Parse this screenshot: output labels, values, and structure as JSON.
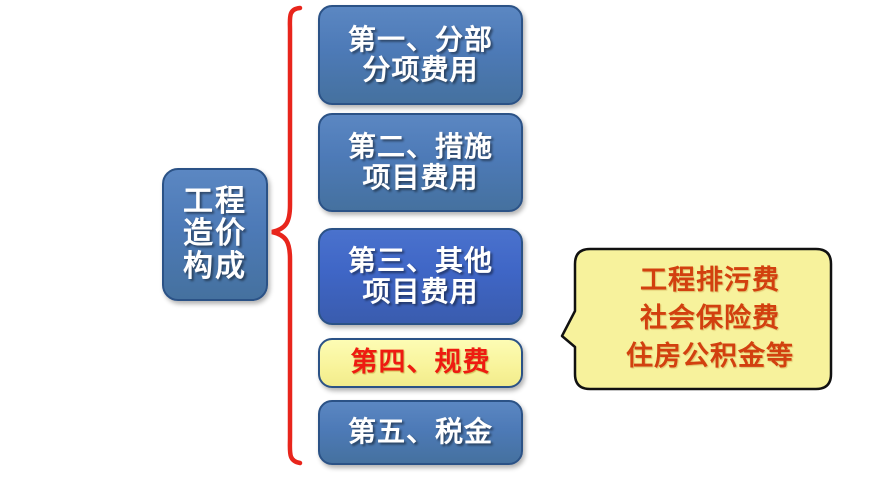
{
  "diagram": {
    "title_box": {
      "label": "工程造价构成",
      "lines": [
        "工程",
        "造价",
        "构成"
      ],
      "fill": "#4d7ab7",
      "border": "#2b5286",
      "text_color": "#ffffff"
    },
    "brace": {
      "icon": "red-curly-brace",
      "color": "#e8251c"
    },
    "items": [
      {
        "id": "fenbu-fenxiang",
        "lines": [
          "第一、分部",
          "分项费用"
        ],
        "label": "第一、分部分项费用",
        "style": "blue-muted",
        "fill": "#4d7ab7",
        "text_color": "#ffffff"
      },
      {
        "id": "cuoshi-xiangmu",
        "lines": [
          "第二、措施",
          "项目费用"
        ],
        "label": "第二、措施项目费用",
        "style": "blue-muted",
        "fill": "#4d7ab7",
        "text_color": "#ffffff"
      },
      {
        "id": "qita-xiangmu",
        "lines": [
          "第三、其他",
          "项目费用"
        ],
        "label": "第三、其他项目费用",
        "style": "blue-strong",
        "fill": "#3f66c6",
        "text_color": "#ffffff"
      },
      {
        "id": "guifei",
        "lines": [
          "第四、规费"
        ],
        "label": "第四、规费",
        "style": "yellow",
        "fill": "#f8f39a",
        "text_color": "#ee1b11"
      },
      {
        "id": "shuijin",
        "lines": [
          "第五、税金"
        ],
        "label": "第五、税金",
        "style": "blue-muted",
        "fill": "#4d7ab7",
        "text_color": "#ffffff"
      }
    ],
    "callout": {
      "target": "第四、规费",
      "lines": [
        "工程排污费",
        "社会保险费",
        "住房公积金等"
      ],
      "fill": "#f7f29c",
      "border": "#111111",
      "text_color": "#d2400f",
      "pointer": "speech-bubble-tail-left"
    }
  }
}
